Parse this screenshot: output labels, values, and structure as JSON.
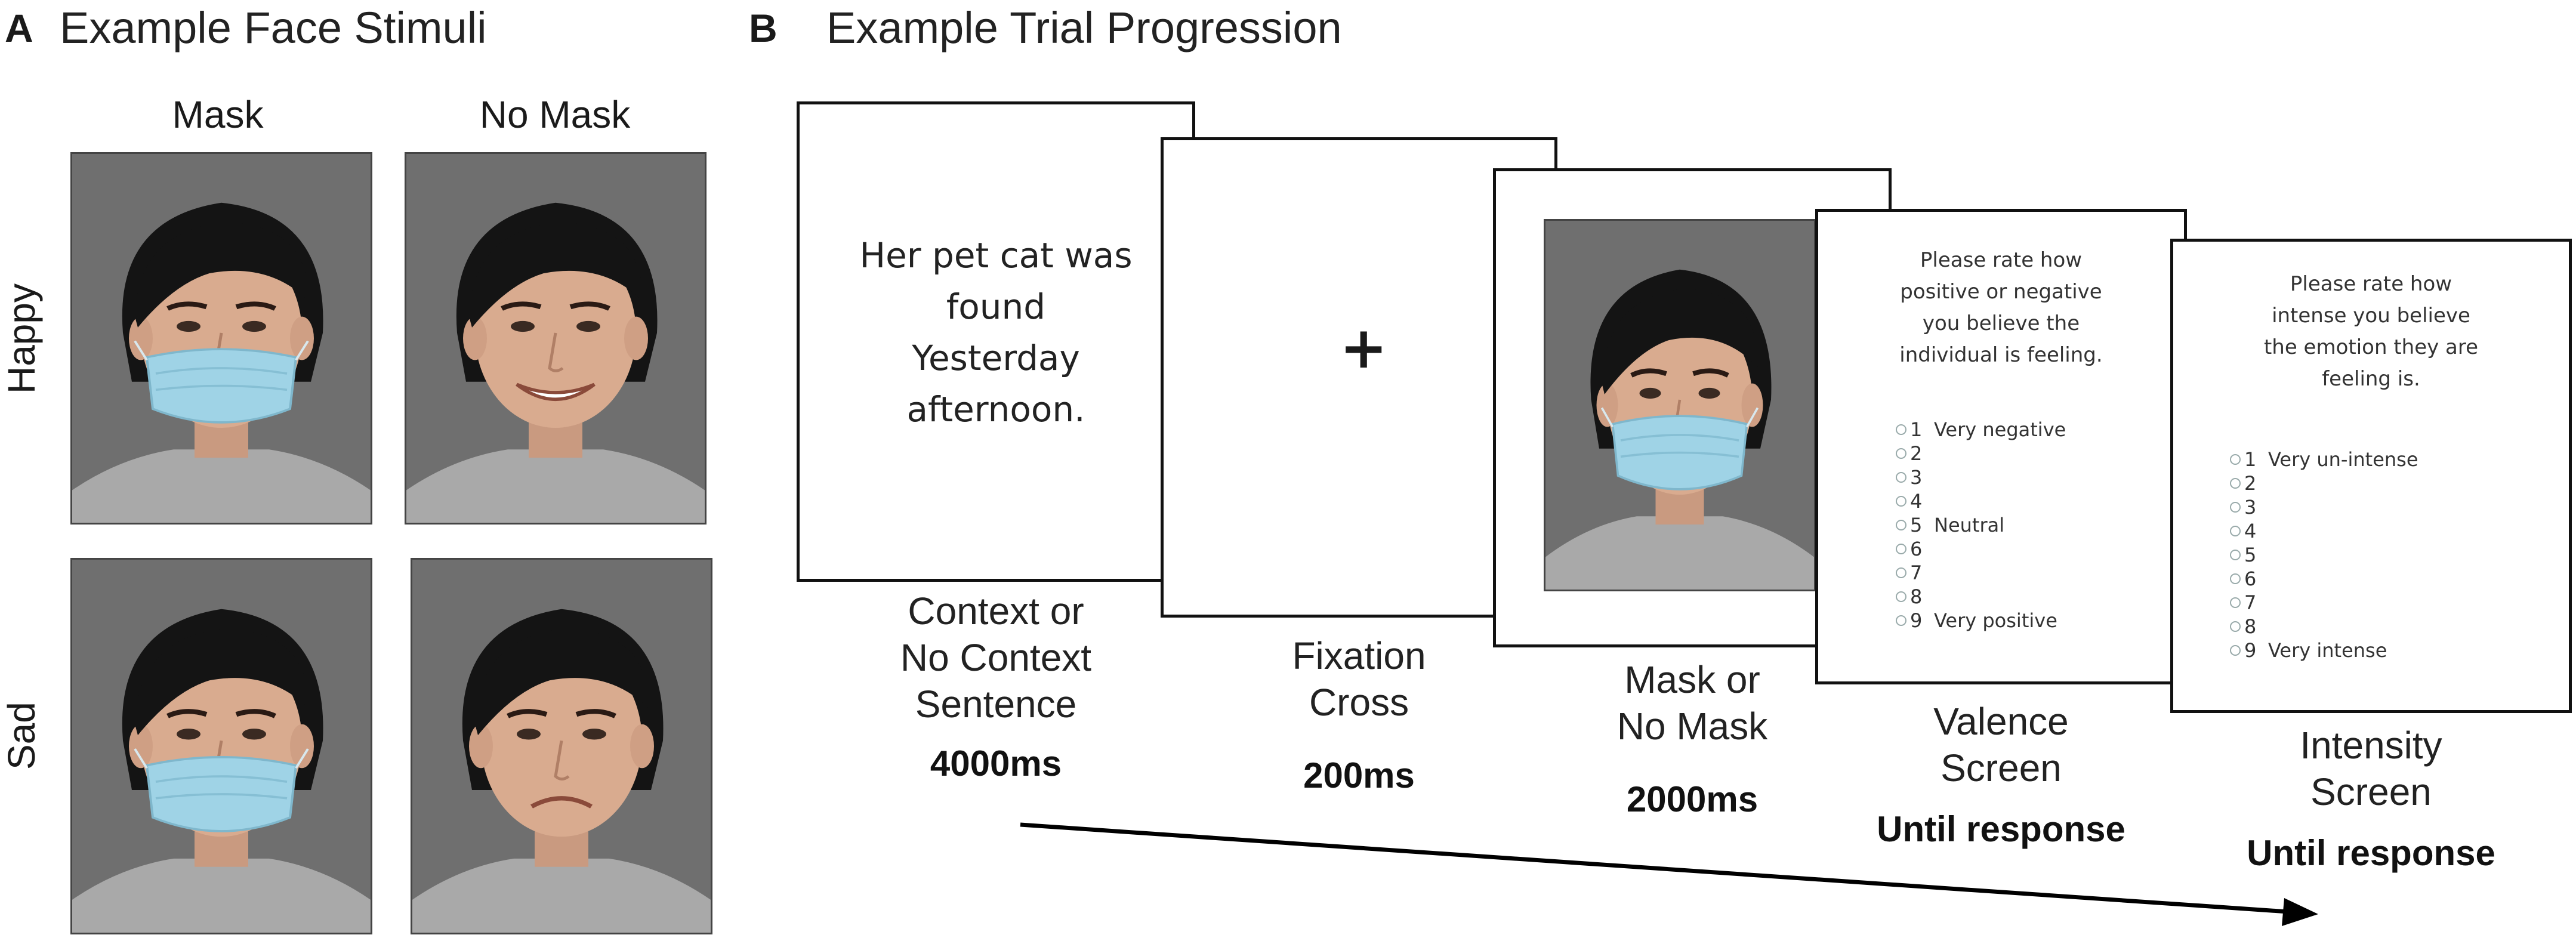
{
  "panel_a": {
    "letter": "A",
    "title": "Example Face Stimuli",
    "columns": [
      "Mask",
      "No Mask"
    ],
    "rows": [
      "Happy",
      "Sad"
    ]
  },
  "panel_b": {
    "letter": "B",
    "title": "Example Trial Progression",
    "screens": [
      {
        "content_lines": [
          "Her pet cat was",
          "found",
          "Yesterday",
          "afternoon."
        ],
        "caption_lines": [
          "Context or",
          "No Context",
          "Sentence"
        ],
        "duration": "4000ms"
      },
      {
        "content_symbol": "+",
        "caption_lines": [
          "Fixation",
          "Cross"
        ],
        "duration": "200ms"
      },
      {
        "caption_lines": [
          "Mask or",
          "No Mask"
        ],
        "duration": "2000ms"
      },
      {
        "question_lines": [
          "Please rate how",
          "positive or negative",
          "you believe the",
          "individual is feeling."
        ],
        "options": [
          {
            "num": "1",
            "label": "Very negative"
          },
          {
            "num": "2",
            "label": ""
          },
          {
            "num": "3",
            "label": ""
          },
          {
            "num": "4",
            "label": ""
          },
          {
            "num": "5",
            "label": "Neutral"
          },
          {
            "num": "6",
            "label": ""
          },
          {
            "num": "7",
            "label": ""
          },
          {
            "num": "8",
            "label": ""
          },
          {
            "num": "9",
            "label": "Very positive"
          }
        ],
        "caption_lines": [
          "Valence",
          "Screen"
        ],
        "duration": "Until response"
      },
      {
        "question_lines": [
          "Please rate how",
          "intense you believe",
          "the emotion they are",
          "feeling is."
        ],
        "options": [
          {
            "num": "1",
            "label": "Very un-intense"
          },
          {
            "num": "2",
            "label": ""
          },
          {
            "num": "3",
            "label": ""
          },
          {
            "num": "4",
            "label": ""
          },
          {
            "num": "5",
            "label": ""
          },
          {
            "num": "6",
            "label": ""
          },
          {
            "num": "7",
            "label": ""
          },
          {
            "num": "8",
            "label": ""
          },
          {
            "num": "9",
            "label": "Very intense"
          }
        ],
        "caption_lines": [
          "Intensity",
          "Screen"
        ],
        "duration": "Until response"
      }
    ]
  },
  "colors": {
    "photo_background": "#6f6f6f",
    "hair": "#141414",
    "skin": "#d9ab8f",
    "shirt": "#a9a9a9",
    "mask": "#9fd3e6",
    "screen_border": "#111111"
  }
}
